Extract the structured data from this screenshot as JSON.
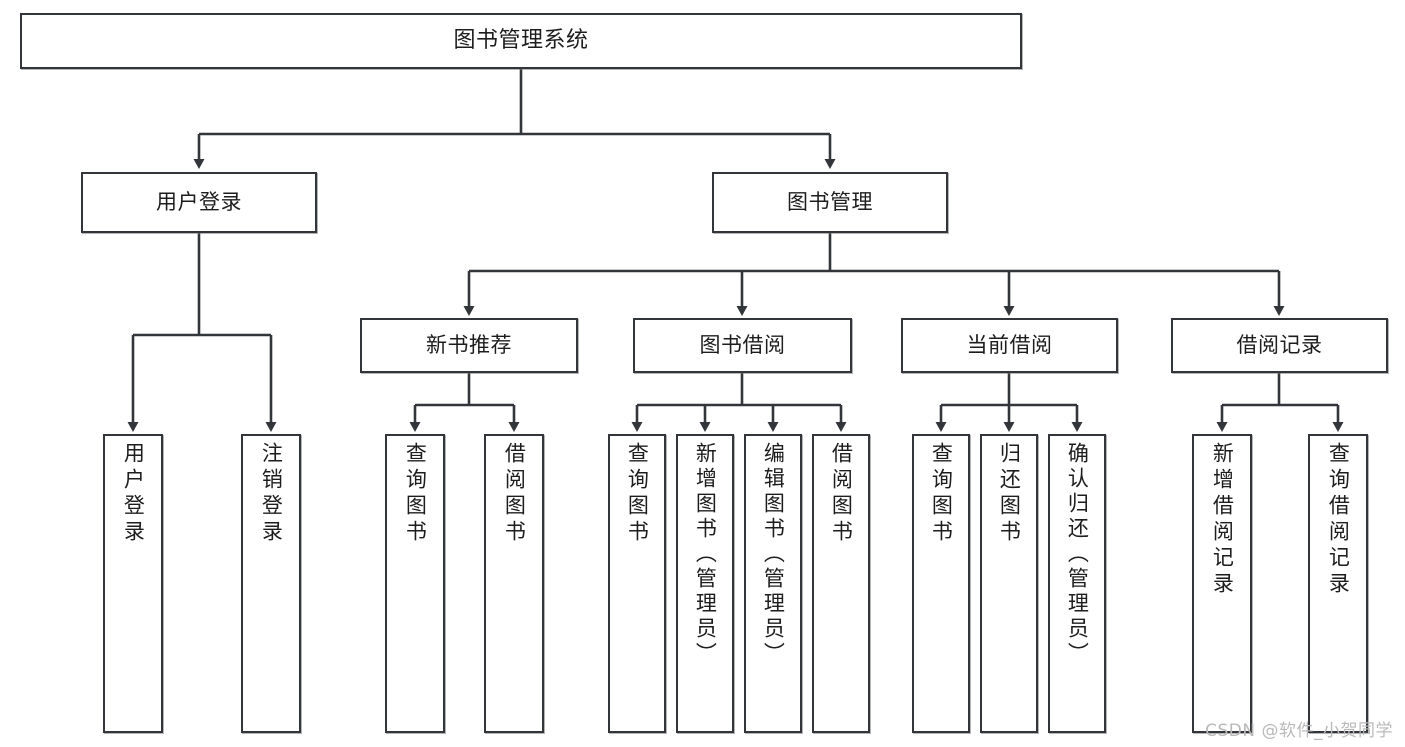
{
  "diagram": {
    "title": "图书管理系统",
    "watermark": "CSDN @软件_小贺同学",
    "colors": {
      "stroke": "#32363a",
      "fill": "#ffffff",
      "text": "#1d1d1d",
      "watermark": "#b9b9b9"
    },
    "nodes": {
      "root": "图书管理系统",
      "level2": {
        "user_login": "用户登录",
        "book_manage": "图书管理"
      },
      "level3": {
        "new_book_recommend": "新书推荐",
        "book_borrow": "图书借阅",
        "current_borrow": "当前借阅",
        "borrow_record": "借阅记录"
      },
      "leaves": {
        "user_login_1": "用户登录",
        "user_login_2": "注销登录",
        "recommend_1": "查询图书",
        "recommend_2": "借阅图书",
        "borrow_1": "查询图书",
        "borrow_2": "新增图书（管理员）",
        "borrow_3": "编辑图书（管理员）",
        "borrow_4": "借阅图书",
        "current_1": "查询图书",
        "current_2": "归还图书",
        "current_3": "确认归还（管理员）",
        "record_1": "新增借阅记录",
        "record_2": "查询借阅记录"
      }
    }
  }
}
